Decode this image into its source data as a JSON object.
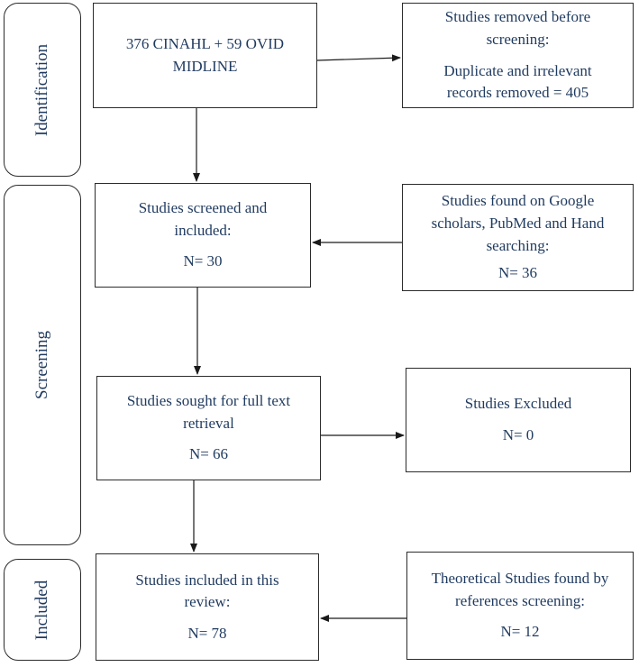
{
  "stages": {
    "identification": "Identification",
    "screening": "Screening",
    "included": "Included"
  },
  "boxes": {
    "sources": {
      "lines": [
        "376 CINAHL + 59 OVID",
        "MIDLINE"
      ]
    },
    "removed": {
      "lines": [
        "Studies removed before",
        "screening:"
      ],
      "detail": [
        "Duplicate and irrelevant",
        "records removed = 405"
      ]
    },
    "screened": {
      "lines": [
        "Studies screened and",
        "included:"
      ],
      "count": "N= 30"
    },
    "found": {
      "lines": [
        "Studies found on Google",
        "scholars, PubMed and Hand",
        "searching:"
      ],
      "count": "N= 36"
    },
    "sought": {
      "lines": [
        "Studies sought for full text",
        "retrieval"
      ],
      "count": "N= 66"
    },
    "excluded": {
      "lines": [
        "Studies Excluded"
      ],
      "count": "N= 0"
    },
    "included": {
      "lines": [
        "Studies included in this",
        "review:"
      ],
      "count": "N= 78"
    },
    "theoretical": {
      "lines": [
        "Theoretical Studies found by",
        "references screening:"
      ],
      "count": "N= 12"
    }
  }
}
